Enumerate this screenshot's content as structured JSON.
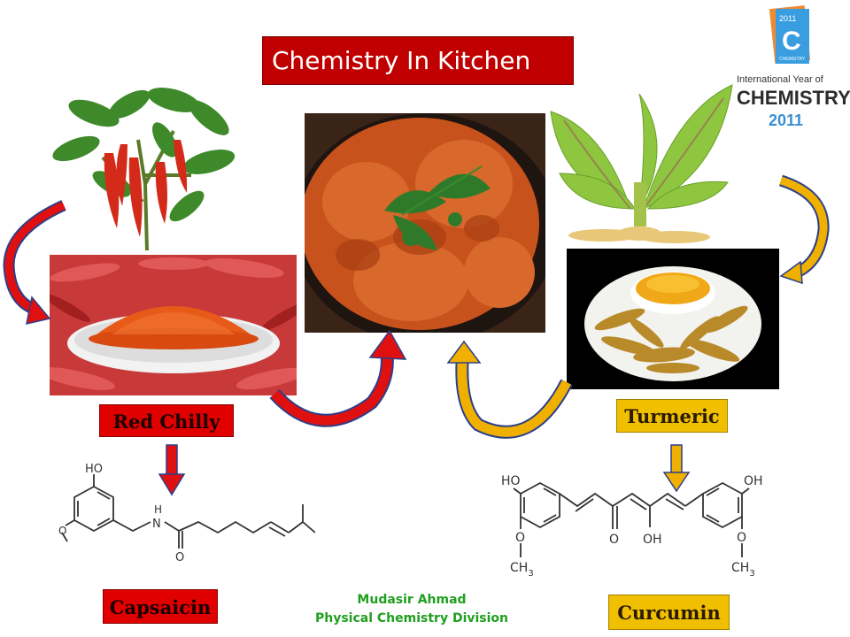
{
  "title": "Chemistry In Kitchen",
  "logo": {
    "badge_year": "2011",
    "badge_letter": "C",
    "badge_sub": "CHEMISTRY",
    "line1": "International Year of",
    "line2": "CHEMISTRY",
    "line3": "2011"
  },
  "labels": {
    "red_chilly": "Red Chilly",
    "turmeric": "Turmeric",
    "capsaicin": "Capsaicin",
    "curcumin": "Curcumin"
  },
  "credit": {
    "name": "Mudasir Ahmad",
    "division": "Physical Chemistry Division"
  },
  "structures": {
    "capsaicin": {
      "ho": "HO",
      "nh": "H",
      "n": "N",
      "o": "O"
    },
    "curcumin": {
      "ho_left": "HO",
      "oh_right": "OH",
      "o_center": "O",
      "oh_center": "OH",
      "ch3": "CH",
      "sub3": "3"
    }
  },
  "colors": {
    "title_bg": "#c00000",
    "red_label": "#e00000",
    "gold_label": "#f0c000",
    "red_arrow": "#e01010",
    "gold_arrow": "#f0b000",
    "credit_text": "#1f9f1f"
  },
  "icons": [
    "chili-plant-image",
    "chili-powder-image",
    "curry-dish-image",
    "turmeric-plant-image",
    "turmeric-powder-image"
  ]
}
